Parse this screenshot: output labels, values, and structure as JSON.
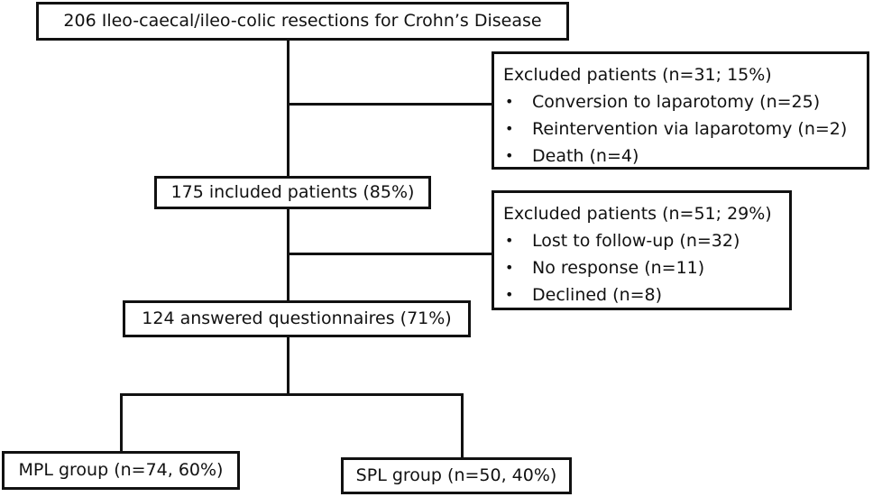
{
  "nodes": {
    "total_resections": "206 Ileo-caecal/ileo-colic resections for Crohn’s Disease",
    "included_patients": "175 included patients (85%)",
    "answered_questionnaires": "124 answered questionnaires (71%)",
    "mpl_group": "MPL group (n=74, 60%)",
    "spl_group": "SPL group (n=50, 40%)"
  },
  "exclusions_1": {
    "heading": "Excluded patients (n=31; 15%)",
    "items": [
      "Conversion to laparotomy (n=25)",
      "Reintervention via laparotomy (n=2)",
      "Death (n=4)"
    ]
  },
  "exclusions_2": {
    "heading": "Excluded patients (n=51; 29%)",
    "items": [
      "Lost to follow-up  (n=32)",
      "No response (n=11)",
      "Declined (n=8)"
    ]
  },
  "bullet_symbol": "•"
}
